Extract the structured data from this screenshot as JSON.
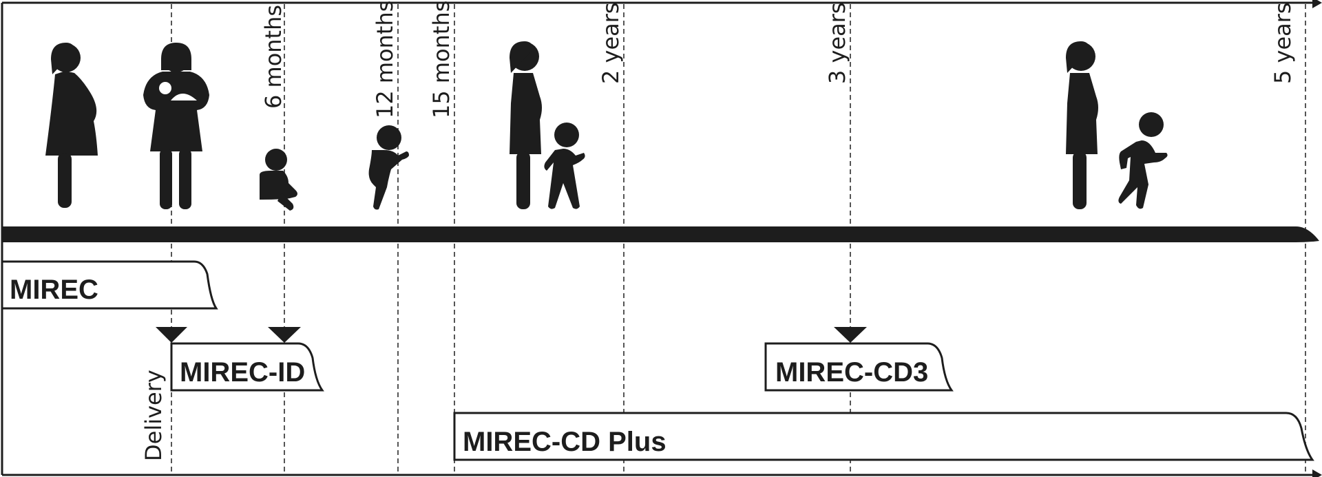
{
  "timepoints": {
    "delivery": "Delivery",
    "m6": "6 months",
    "m12": "12 months",
    "m15": "15 months",
    "y2": "2 years",
    "y3": "3 years",
    "y5": "5 years"
  },
  "studies": {
    "mirec": "MIREC",
    "mirec_id": "MIREC-ID",
    "mirec_cd3": "MIREC-CD3",
    "mirec_cd_plus": "MIREC-CD Plus"
  },
  "icons": [
    "pregnant-woman-icon",
    "mother-holding-infant-icon",
    "sitting-baby-icon",
    "crawling-baby-icon",
    "mother-and-toddler-icon",
    "mother-and-child-icon"
  ],
  "colors": {
    "ink": "#1d1d1d",
    "background": "#ffffff"
  }
}
